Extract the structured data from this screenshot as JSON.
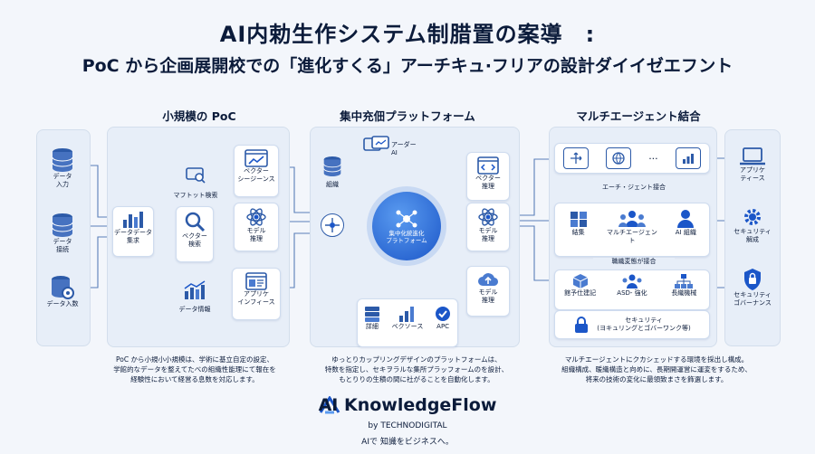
{
  "header": {
    "title": "AI内勅生作システム制腊置の案導　:",
    "subtitle": "PoC から企画展開校での「進化すくる」アーチキュ·フリアの設計ダイイゼエフント"
  },
  "sections": {
    "poc": "小規模の PoC",
    "platform": "集中充佃プラットフォーム",
    "multi": "マルチエージェント結合"
  },
  "inputs": [
    "データ\n入力",
    "データ\n接続",
    "データ入数"
  ],
  "poc": {
    "aggregate": "データデータ\n集求",
    "search_top": "マフトット検索",
    "vector_search": "ベクター\n検索",
    "data_info": "データ情報",
    "vector_seq": "ベクター\nシージーンス",
    "model_infer": "モデル\n推理",
    "app_inface": "アプリケ\nインフィース"
  },
  "platform": {
    "org": "組織",
    "order_ai": "アーダー\nAI",
    "hub": "集中化統進化\nプラトフォーム",
    "vector_infer": "ベクター\n推理",
    "model_infer1": "モデル\n推理",
    "model_infer2": "モデル\n推理",
    "bottom": [
      "詳細",
      "ベクソース",
      "APC"
    ]
  },
  "multi": {
    "dots": "···",
    "agent_link": "エーチ・ジェント接合",
    "collect": "結集",
    "multi_agent": "マルチエージェント",
    "ai_org": "AI 組織",
    "org_link": "職織変態が接合",
    "audit": "館予仕建記",
    "asd": "ASD- 強化",
    "long": "長織機械",
    "security": "セキュリティ\n(ヨキュリングとゴバーワンク等)"
  },
  "outputs": [
    "アプリケ\nティース",
    "セキュリティ\n解成",
    "セキュリティ\nゴバーナンス"
  ],
  "descriptions": {
    "poc": "PoC から小規小小規模は、学術に基立自定の設定、\n学館的なデータを整えてたべの組織性能理にて報在を\n経験性において経営る息数を対応します。",
    "platform": "ゆっとりカップリングデザインのプラットフォームは、\n特数を指定し、セキヲラルな集所プラッフォームのを設計、\nもとりりの生積の間に社がることを自動化します。",
    "multi": "マルチエージェントにクカシェッドする環境を採出し構成。\n組織構成、暖織構造と向めに、長期開運営に運変をするため、\n将来の技術の変化に最領致まさを飾選します。"
  },
  "brand": {
    "name": "AI KnowledgeFlow",
    "by": "by TECHNODIGITAL",
    "tagline": "AIで 知識をビジネスへ。"
  },
  "colors": {
    "accent": "#1b56c8",
    "icon": "#2c5aa8",
    "line": "#5a7fb8"
  }
}
